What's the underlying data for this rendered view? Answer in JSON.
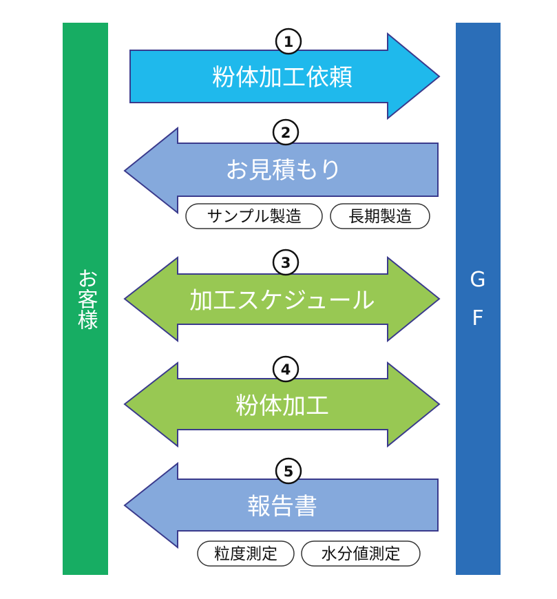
{
  "left_bar": {
    "label": "お客様",
    "color": "#17ad63"
  },
  "right_bar": {
    "label": "GF",
    "color": "#2b6eb8"
  },
  "outline_color": "#3a3a8c",
  "steps": [
    {
      "num": "1",
      "label": "粉体加工依頼",
      "direction": "right",
      "color": "#1fb9ec"
    },
    {
      "num": "2",
      "label": "お見積もり",
      "direction": "left",
      "color": "#85a9dc",
      "tags": [
        "サンプル製造",
        "長期製造"
      ]
    },
    {
      "num": "3",
      "label": "加工スケジュール",
      "direction": "both",
      "color": "#98c853"
    },
    {
      "num": "4",
      "label": "粉体加工",
      "direction": "both",
      "color": "#98c853"
    },
    {
      "num": "5",
      "label": "報告書",
      "direction": "left",
      "color": "#85a9dc",
      "tags": [
        "粒度測定",
        "水分値測定"
      ]
    }
  ]
}
